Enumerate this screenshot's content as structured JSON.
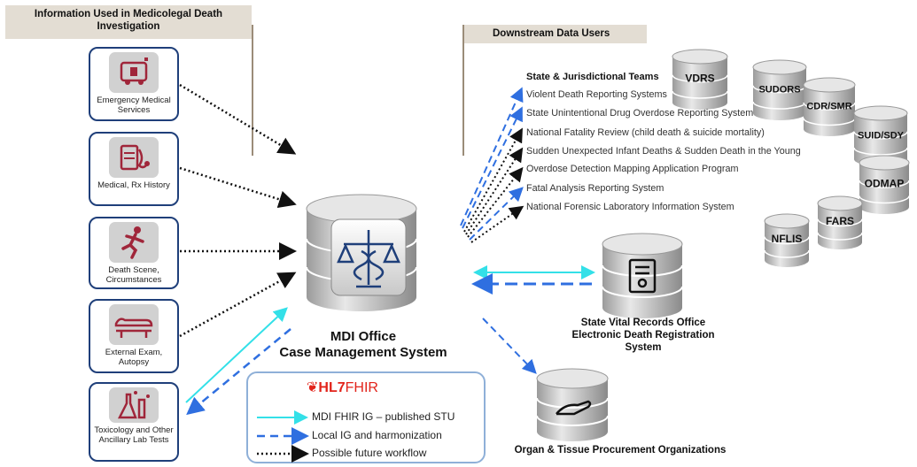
{
  "left_panel": {
    "header": "Information Used in Medicolegal Death Investigation",
    "sources": [
      {
        "icon": "ambulance-icon",
        "label": "Emergency Medical Services"
      },
      {
        "icon": "clipboard-stethoscope-icon",
        "label": "Medical, Rx History"
      },
      {
        "icon": "running-person-icon",
        "label": "Death Scene, Circumstances"
      },
      {
        "icon": "autopsy-table-icon",
        "label": "External Exam, Autopsy"
      },
      {
        "icon": "lab-flask-icon",
        "label": "Toxicology and Other Ancillary Lab Tests"
      }
    ]
  },
  "center": {
    "system_line1": "MDI Office",
    "system_line2": "Case Management System",
    "icon": "caduceus-scales-icon"
  },
  "right_panel": {
    "header": "Downstream Data Users",
    "users_title": "State & Jurisdictional Teams",
    "users": [
      "Violent Death Reporting Systems",
      "State Unintentional Drug Overdose Reporting System",
      "National Fatality Review (child death & suicide mortality)",
      "Sudden Unexpected Infant Deaths & Sudden Death in the Young",
      "Overdose Detection Mapping Application Program",
      "Fatal Analysis Reporting System",
      "National Forensic Laboratory Information System"
    ],
    "databases": [
      "VDRS",
      "SUDORS",
      "CDR/SMR",
      "SUID/SDY",
      "ODMAP",
      "FARS",
      "NFLIS"
    ]
  },
  "vital_records": {
    "label": "State Vital Records Office Electronic Death Registration System",
    "icon": "certificate-icon"
  },
  "organ": {
    "label": "Organ & Tissue Procurement Organizations",
    "icon": "helping-hand-icon"
  },
  "legend": {
    "logo_hl7": "HL7",
    "logo_fhir": "FHIR",
    "items": [
      {
        "style": "solid-cyan",
        "label": "MDI FHIR IG – published STU"
      },
      {
        "style": "dashed-blue",
        "label": "Local IG and harmonization"
      },
      {
        "style": "dotted-black",
        "label": "Possible future workflow"
      }
    ]
  },
  "colors": {
    "navy": "#1f3f7a",
    "cyan": "#33e0e8",
    "dash_blue": "#2f6fe0",
    "header_bg": "#e3ddd3",
    "hl7_red": "#e2231a"
  }
}
